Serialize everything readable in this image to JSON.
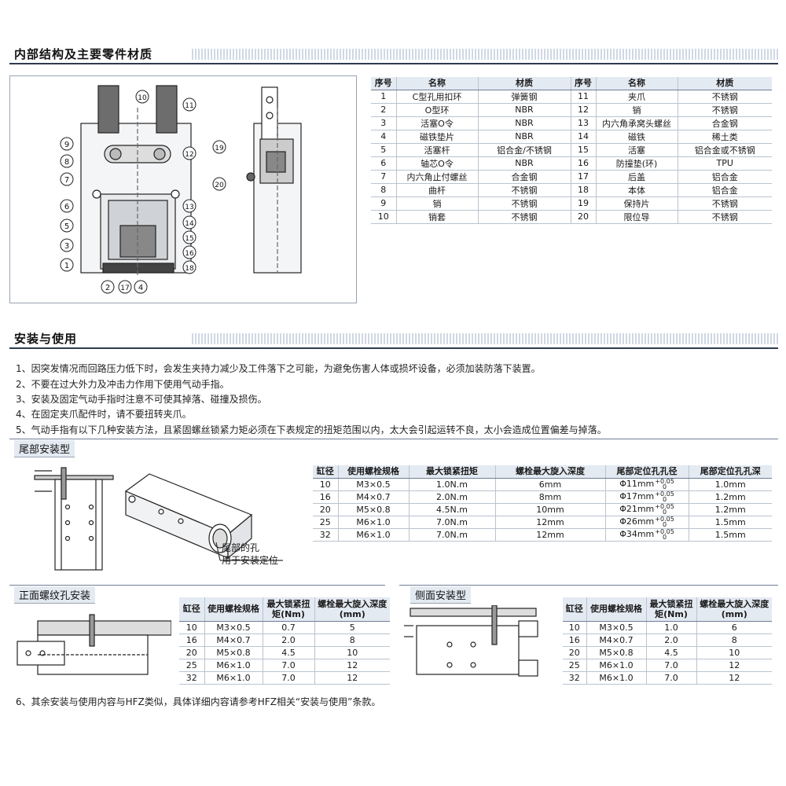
{
  "section1": {
    "title": "内部结构及主要零件材质"
  },
  "parts_table": {
    "headers": [
      "序号",
      "名称",
      "材质",
      "序号",
      "名称",
      "材质"
    ],
    "rows": [
      [
        "1",
        "C型孔用扣环",
        "弹簧钢",
        "11",
        "夹爪",
        "不锈钢"
      ],
      [
        "2",
        "O型环",
        "NBR",
        "12",
        "销",
        "不锈钢"
      ],
      [
        "3",
        "活塞O令",
        "NBR",
        "13",
        "内六角承窝头螺丝",
        "合金钢"
      ],
      [
        "4",
        "磁铁垫片",
        "NBR",
        "14",
        "磁铁",
        "稀土类"
      ],
      [
        "5",
        "活塞杆",
        "铝合金/不锈钢",
        "15",
        "活塞",
        "铝合金或不锈钢"
      ],
      [
        "6",
        "轴芯O令",
        "NBR",
        "16",
        "防撞垫(环)",
        "TPU"
      ],
      [
        "7",
        "内六角止付螺丝",
        "合金钢",
        "17",
        "后盖",
        "铝合金"
      ],
      [
        "8",
        "曲杆",
        "不锈钢",
        "18",
        "本体",
        "铝合金"
      ],
      [
        "9",
        "销",
        "不锈钢",
        "19",
        "保持片",
        "不锈钢"
      ],
      [
        "10",
        "销套",
        "不锈钢",
        "20",
        "限位导",
        "不锈钢"
      ]
    ]
  },
  "diagram_labels": {
    "left": [
      "9",
      "8",
      "7",
      "6",
      "5",
      "3",
      "1"
    ],
    "right": [
      "12",
      "13",
      "14",
      "15",
      "16",
      "18"
    ],
    "top": [
      "10",
      "11"
    ],
    "bottom": [
      "2",
      "17",
      "4"
    ],
    "side": [
      "19",
      "20"
    ]
  },
  "section2": {
    "title": "安装与使用"
  },
  "notes": [
    "1、因突发情况而回路压力低下时，会发生夹持力减少及工件落下之可能，为避免伤害人体或损坏设备，必须加装防落下装置。",
    "2、不要在过大外力及冲击力作用下使用气动手指。",
    "3、安装及固定气动手指时注意不可使其掉落、碰撞及损伤。",
    "4、在固定夹爪配件时，请不要扭转夹爪。",
    "5、气动手指有以下几种安装方法，且紧固螺丝锁紧力矩必须在下表规定的扭矩范围以内，太大会引起运转不良，太小会造成位置偏差与掉落。"
  ],
  "tail_mount": {
    "tag": "尾部安装型",
    "hole_label_1": "尾部的孔",
    "hole_label_2": "用于安装定位",
    "headers": [
      "缸径",
      "使用螺栓规格",
      "最大锁紧扭矩",
      "螺栓最大旋入深度",
      "尾部定位孔孔径",
      "尾部定位孔孔深"
    ],
    "tolerance_upper": "+0.05",
    "tolerance_lower": "0",
    "rows": [
      [
        "10",
        "M3×0.5",
        "1.0N.m",
        "6mm",
        "Φ11mm",
        "1.0mm"
      ],
      [
        "16",
        "M4×0.7",
        "2.0N.m",
        "8mm",
        "Φ17mm",
        "1.2mm"
      ],
      [
        "20",
        "M5×0.8",
        "4.5N.m",
        "10mm",
        "Φ21mm",
        "1.2mm"
      ],
      [
        "25",
        "M6×1.0",
        "7.0N.m",
        "12mm",
        "Φ26mm",
        "1.5mm"
      ],
      [
        "32",
        "M6×1.0",
        "7.0N.m",
        "12mm",
        "Φ34mm",
        "1.5mm"
      ]
    ]
  },
  "front_mount": {
    "tag": "正面螺纹孔安装",
    "headers": [
      "缸径",
      "使用螺栓规格",
      "最大锁紧扭矩(Nm)",
      "螺栓最大旋入深度(mm)"
    ],
    "rows": [
      [
        "10",
        "M3×0.5",
        "0.7",
        "5"
      ],
      [
        "16",
        "M4×0.7",
        "2.0",
        "8"
      ],
      [
        "20",
        "M5×0.8",
        "4.5",
        "10"
      ],
      [
        "25",
        "M6×1.0",
        "7.0",
        "12"
      ],
      [
        "32",
        "M6×1.0",
        "7.0",
        "12"
      ]
    ]
  },
  "side_mount": {
    "tag": "侧面安装型",
    "headers": [
      "缸径",
      "使用螺栓规格",
      "最大锁紧扭矩(Nm)",
      "螺栓最大旋入深度(mm)"
    ],
    "rows": [
      [
        "10",
        "M3×0.5",
        "1.0",
        "6"
      ],
      [
        "16",
        "M4×0.7",
        "2.0",
        "8"
      ],
      [
        "20",
        "M5×0.8",
        "4.5",
        "10"
      ],
      [
        "25",
        "M6×1.0",
        "7.0",
        "12"
      ],
      [
        "32",
        "M6×1.0",
        "7.0",
        "12"
      ]
    ]
  },
  "note6": "6、其余安装与使用内容与HFZ类似，具体详细内容请参考HFZ相关“安装与使用”条款。",
  "colors": {
    "header_bg": "#e4eaf2",
    "rule": "#6f7f95",
    "line": "#b9c3d0"
  }
}
